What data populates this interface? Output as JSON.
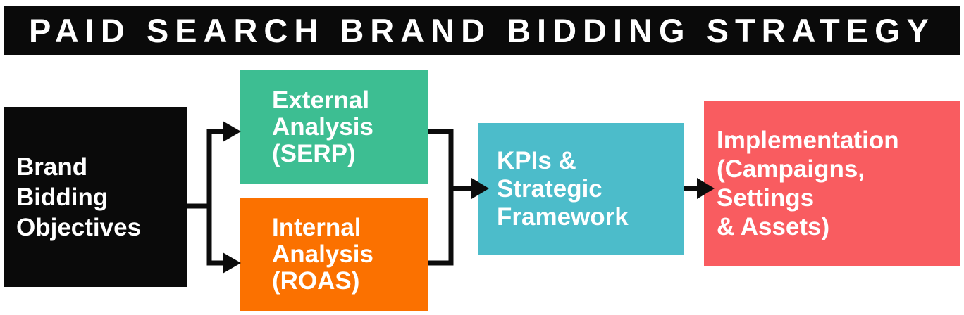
{
  "title": "PAID SEARCH BRAND BIDDING STRATEGY",
  "colors": {
    "title_bg": "#0a0a0a",
    "objectives_bg": "#0a0a0a",
    "external_bg": "#3dbe92",
    "internal_bg": "#fb7100",
    "kpis_bg": "#4cbcca",
    "implementation_bg": "#f95c60",
    "text": "#ffffff",
    "connector": "#0c0c0c"
  },
  "nodes": [
    {
      "name": "brand-bidding-objectives",
      "lines": [
        "Brand",
        "Bidding",
        "Objectives"
      ]
    },
    {
      "name": "external-analysis-serp",
      "lines": [
        "External",
        "Analysis",
        "(SERP)"
      ]
    },
    {
      "name": "internal-analysis-roas",
      "lines": [
        "Internal",
        "Analysis",
        "(ROAS)"
      ]
    },
    {
      "name": "kpis-strategic-framework",
      "lines": [
        "KPIs &",
        "Strategic",
        "Framework"
      ]
    },
    {
      "name": "implementation-campaigns-settings-assets",
      "lines": [
        "Implementation",
        "(Campaigns,",
        "Settings",
        "& Assets)"
      ]
    }
  ]
}
